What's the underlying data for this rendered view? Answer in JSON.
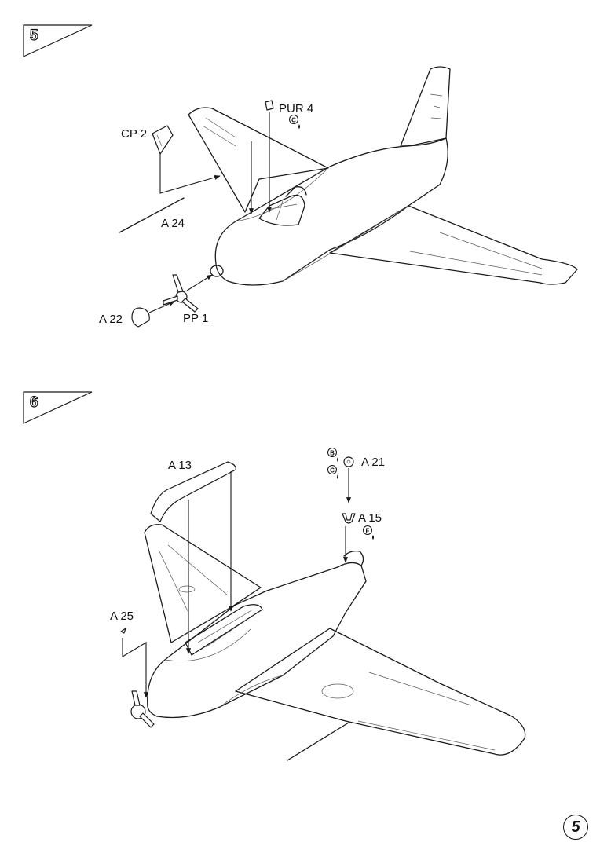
{
  "steps": [
    {
      "number": "5",
      "callouts": {
        "pur4": "PUR 4",
        "cp2": "CP 2",
        "a24": "A 24",
        "a22": "A 22",
        "pp1": "PP 1"
      },
      "paint_codes": [
        "C"
      ]
    },
    {
      "number": "6",
      "callouts": {
        "a13": "A 13",
        "a21": "A 21",
        "a15": "A 15",
        "a25": "A 25"
      },
      "paint_codes": [
        "B",
        "C",
        "F"
      ]
    }
  ],
  "page_number": "5",
  "icons": [
    "step-flag-icon",
    "paint-drop-icon",
    "glue-icon",
    "airplane-drawing"
  ]
}
